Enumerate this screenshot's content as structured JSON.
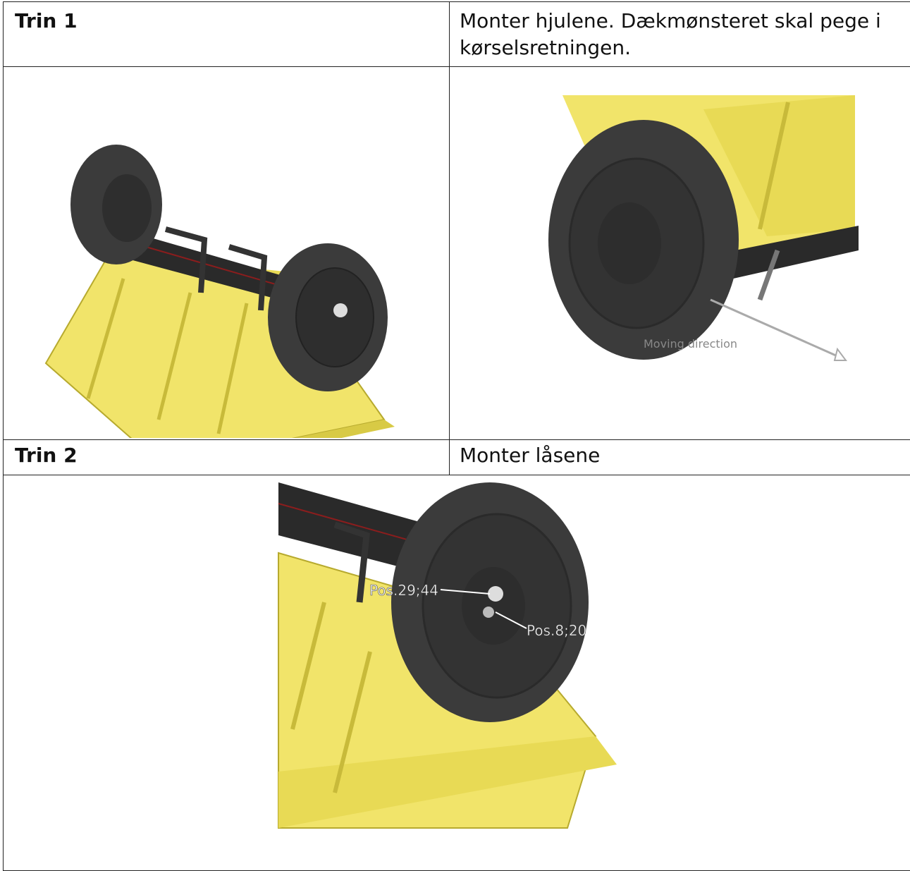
{
  "steps": [
    {
      "label": "Trin 1",
      "instruction": "Monter hjulene. Dækmønsteret skal pege i kørselsretningen.",
      "figure_right_caption": "Moving direction"
    },
    {
      "label": "Trin 2",
      "instruction": "Monter låsene",
      "callouts": [
        "Pos.29;44",
        "Pos.8;20"
      ]
    }
  ],
  "colors": {
    "hopper_yellow": "#f1e46a",
    "tire_dark": "#3b3b3b",
    "axle_black": "#2a2a2a",
    "border": "#222222"
  }
}
